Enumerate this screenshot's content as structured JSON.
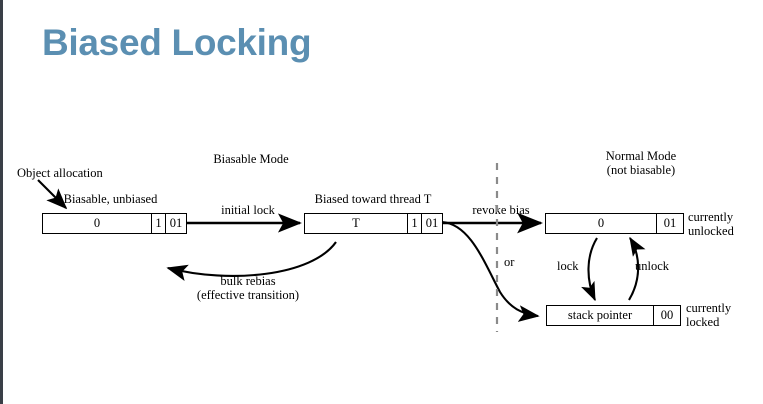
{
  "slide": {
    "title": "Biased Locking",
    "title_color": "#5b8fb2",
    "background": "#ffffff",
    "border_color": "#3a3f47"
  },
  "diagram": {
    "section_headers": {
      "biasable_mode": "Biasable Mode",
      "normal_mode_line1": "Normal Mode",
      "normal_mode_line2": "(not biasable)"
    },
    "annotations": {
      "object_allocation": "Object allocation",
      "biasable_unbiased": "Biasable, unbiased",
      "biased_toward_thread": "Biased toward thread T",
      "currently_unlocked_line1": "currently",
      "currently_unlocked_line2": "unlocked",
      "currently_locked_line1": "currently",
      "currently_locked_line2": "locked"
    },
    "transitions": {
      "initial_lock": "initial lock",
      "bulk_rebias_line1": "bulk rebias",
      "bulk_rebias_line2": "(effective transition)",
      "revoke_bias": "revoke bias",
      "or": "or",
      "lock": "lock",
      "unlock": "unlock"
    },
    "word_boxes": [
      {
        "name": "biasable-unbiased-word",
        "cells": [
          {
            "text": "0",
            "width": 108
          },
          {
            "text": "1",
            "width": 14
          },
          {
            "text": "01",
            "width": 21
          }
        ]
      },
      {
        "name": "biased-toward-thread-word",
        "cells": [
          {
            "text": "T",
            "width": 102
          },
          {
            "text": "1",
            "width": 14
          },
          {
            "text": "01",
            "width": 21
          }
        ]
      },
      {
        "name": "normal-unlocked-word",
        "cells": [
          {
            "text": "0",
            "width": 110
          },
          {
            "text": "01",
            "width": 27
          }
        ]
      },
      {
        "name": "normal-locked-word",
        "cells": [
          {
            "text": "stack pointer",
            "width": 106
          },
          {
            "text": "00",
            "width": 27
          }
        ]
      }
    ]
  }
}
